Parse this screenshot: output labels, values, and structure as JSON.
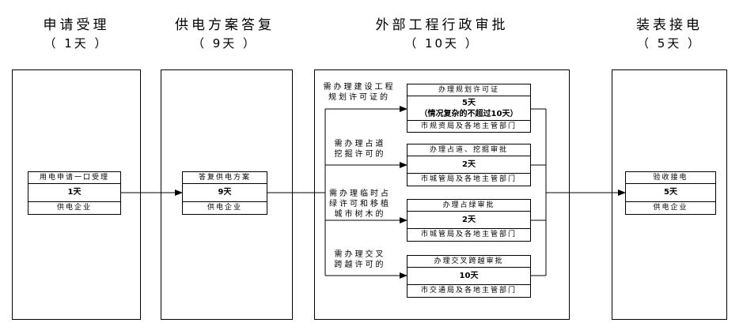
{
  "phases": [
    {
      "title": "申请受理",
      "days": "（ 1天 ）"
    },
    {
      "title": "供电方案答复",
      "days": "（ 9天 ）"
    },
    {
      "title": "外部工程行政审批",
      "days": "（ 10天 ）"
    },
    {
      "title": "装表接电",
      "days": "（ 5天 ）"
    }
  ],
  "cards": {
    "apply": {
      "top": "用电申请一口受理",
      "mid": "1天",
      "bot": "供电企业"
    },
    "plan": {
      "top": "答复供电方案",
      "mid": "9天",
      "bot": "供电企业"
    },
    "accept": {
      "top": "验收接电",
      "mid": "5天",
      "bot": "供电企业"
    }
  },
  "approvals": [
    {
      "condition": [
        "需办理建设工程",
        "规划许可证的"
      ],
      "top": "办理规划许可证",
      "mid": [
        "5天",
        "（情况复杂的不超过10天）"
      ],
      "bot": "市规资局及各地主管部门"
    },
    {
      "condition": [
        "需办理占道",
        "挖掘许可的"
      ],
      "top": "办理占道、挖掘审批",
      "mid": [
        "2天"
      ],
      "bot": "市城管局及各地主管部门"
    },
    {
      "condition": [
        "需办理临时占",
        "绿许可和移植",
        "城市树木的"
      ],
      "top": "办理占绿审批",
      "mid": [
        "2天"
      ],
      "bot": "市城管局及各地主管部门"
    },
    {
      "condition": [
        "需办理交叉",
        "跨越许可的"
      ],
      "top": "办理交叉跨越审批",
      "mid": [
        "10天"
      ],
      "bot": "市交通局及各地主管部门"
    }
  ]
}
